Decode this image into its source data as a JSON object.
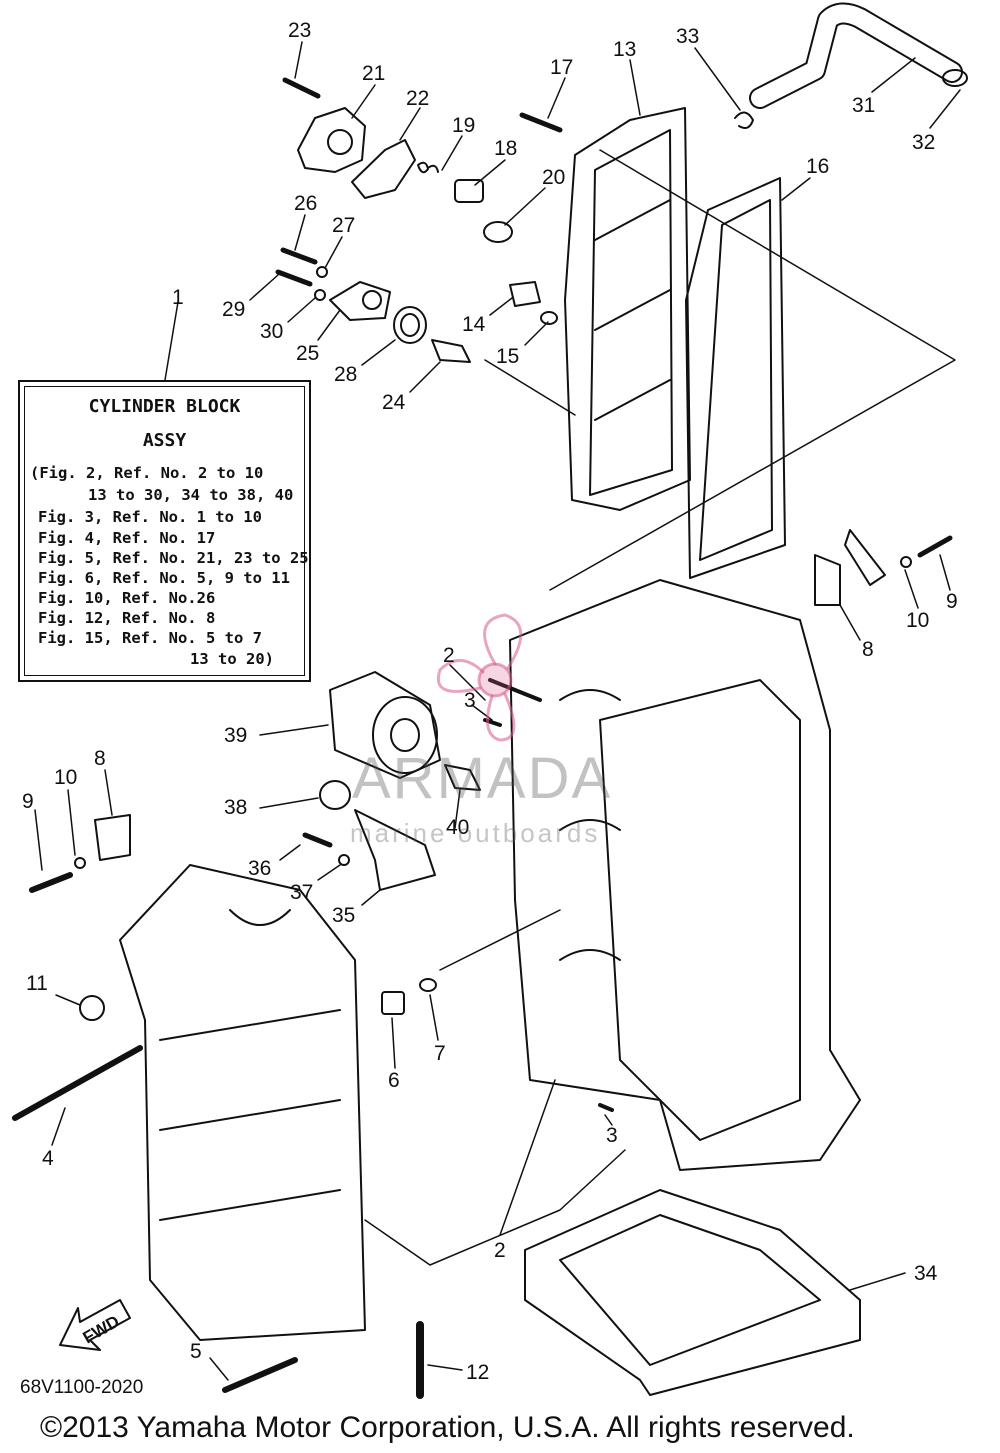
{
  "info_box": {
    "title": "CYLINDER BLOCK",
    "subtitle": "ASSY",
    "lines": [
      "(Fig. 2, Ref. No. 2 to 10",
      "13 to 30, 34 to 38, 40",
      "Fig. 3, Ref. No. 1 to 10",
      "Fig. 4, Ref. No. 17",
      "Fig. 5, Ref. No. 21, 23 to 25",
      "Fig. 6, Ref. No. 5, 9 to 11",
      "Fig. 10, Ref. No.26",
      "Fig. 12, Ref. No. 8",
      "Fig. 15, Ref. No. 5 to 7",
      "13 to 20)"
    ]
  },
  "labels": [
    "23",
    "21",
    "22",
    "19",
    "18",
    "17",
    "13",
    "33",
    "31",
    "32",
    "16",
    "20",
    "26",
    "27",
    "29",
    "30",
    "25",
    "28",
    "24",
    "14",
    "15",
    "1",
    "9",
    "10",
    "8",
    "2",
    "3",
    "39",
    "38",
    "40",
    "36",
    "37",
    "35",
    "11",
    "6",
    "7",
    "4",
    "5",
    "12",
    "34"
  ],
  "fwd_label": "FWD",
  "watermark": {
    "brand": "ARMADA",
    "tagline": "marine outboards"
  },
  "catalog_code": "68V1100-2020",
  "copyright": "©2013 Yamaha Motor Corporation, U.S.A. All rights reserved."
}
